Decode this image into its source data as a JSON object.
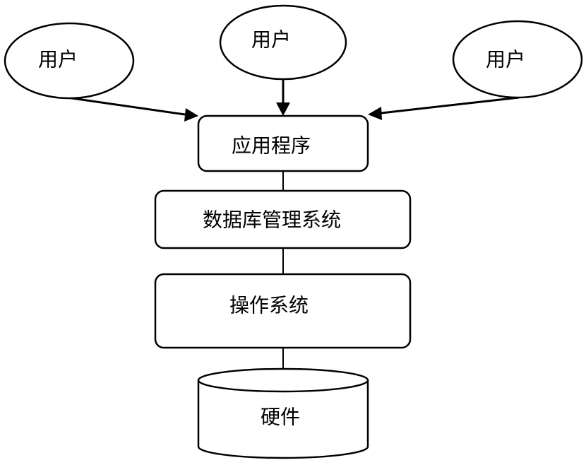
{
  "users": [
    {
      "label": "用户"
    },
    {
      "label": "用户"
    },
    {
      "label": "用户"
    }
  ],
  "layers": {
    "application": "应用程序",
    "dbms": "数据库管理系统",
    "os": "操作系统",
    "hardware": "硬件"
  },
  "colors": {
    "stroke": "#000000",
    "fill": "#ffffff"
  }
}
